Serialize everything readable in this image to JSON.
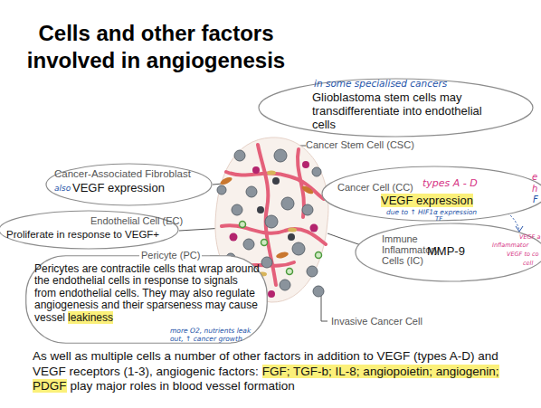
{
  "diagram": {
    "title": "Cells and other factors involved in angiogenesis",
    "nodes": [
      {
        "text": [
          "in some specialised cancers",
          "Glioblastoma stem cells may transdifferentiate into endothelial cells",
          "Cancer Stem Cell (CSC)"
        ]
      },
      {
        "text": [
          "Cancer-Associated Fibroblast",
          "also",
          "VEGF expression"
        ]
      },
      {
        "text": [
          "Cancer Cell (CC)",
          "types A - D",
          "VEGF expression",
          "due to ↑ HIF1α expression",
          "TF"
        ]
      },
      {
        "text": [
          "Endothelial Cell (EC)",
          "Proliferate in response to VEGF+"
        ]
      },
      {
        "text": [
          "Immune Inflammatory Cells (IC)",
          "MMP-9"
        ]
      },
      {
        "text": [
          "Pericyte (PC)",
          "Pericytes are contractile cells that wrap around the endothelial cells in response to signals from endothelial cells. They may also regulate angiogenesis and their sparseness may cause vessel",
          "leakiness",
          "more O2, nutrients leak out, ↑ cancer growth"
        ]
      }
    ],
    "labels": [
      "Invasive Cancer Cell",
      "e",
      "h",
      "F",
      "VEGF a",
      "Inflammator",
      "VEGF to co",
      "cell",
      "As well as multiple cells a number of other factors in addition to VEGF (types A-D) and VEGF receptors (1-3), angiogenic factors:",
      "FGF; TGF-b; IL-8; angiopoietin; angiogenin; PDGF",
      "play major roles in blood vessel formation"
    ]
  }
}
